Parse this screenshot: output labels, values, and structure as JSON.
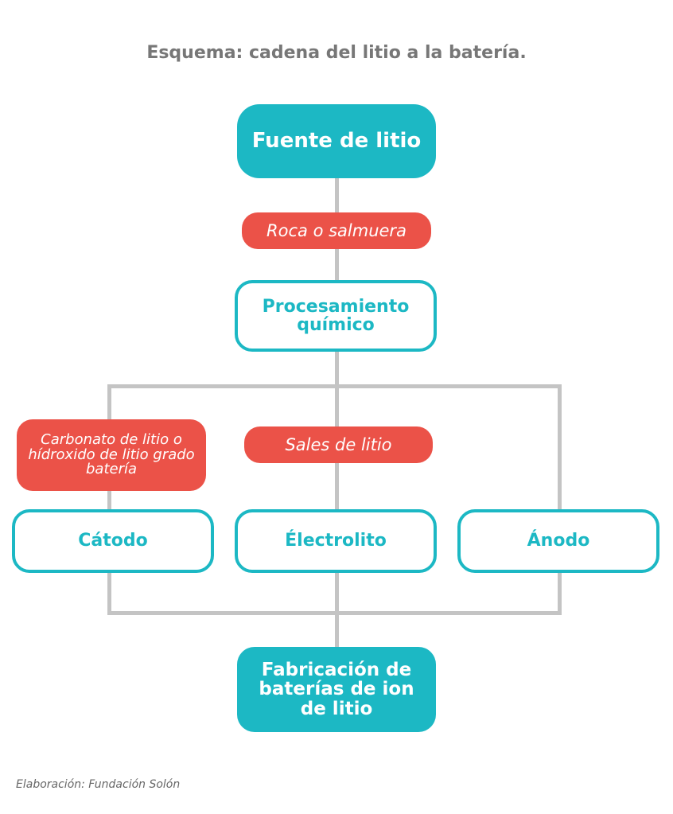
{
  "title": "Esquema: cadena del litio a la batería.",
  "colors": {
    "teal": "#1cb8c4",
    "red": "#eb5248",
    "connector": "#c4c4c4"
  },
  "nodes": {
    "source": "Fuente de litio",
    "raw": "Roca o salmuera",
    "processing": "Procesamiento químico",
    "carbonate": "Carbonato de litio o hídroxido de litio grado batería",
    "salts": "Sales de litio",
    "cathode": "Cátodo",
    "electrolyte": "Électrolito",
    "anode": "Ánodo",
    "manufacturing": "Fabricación de baterías de ion de litio"
  },
  "footer": "Elaboración: Fundación Solón"
}
